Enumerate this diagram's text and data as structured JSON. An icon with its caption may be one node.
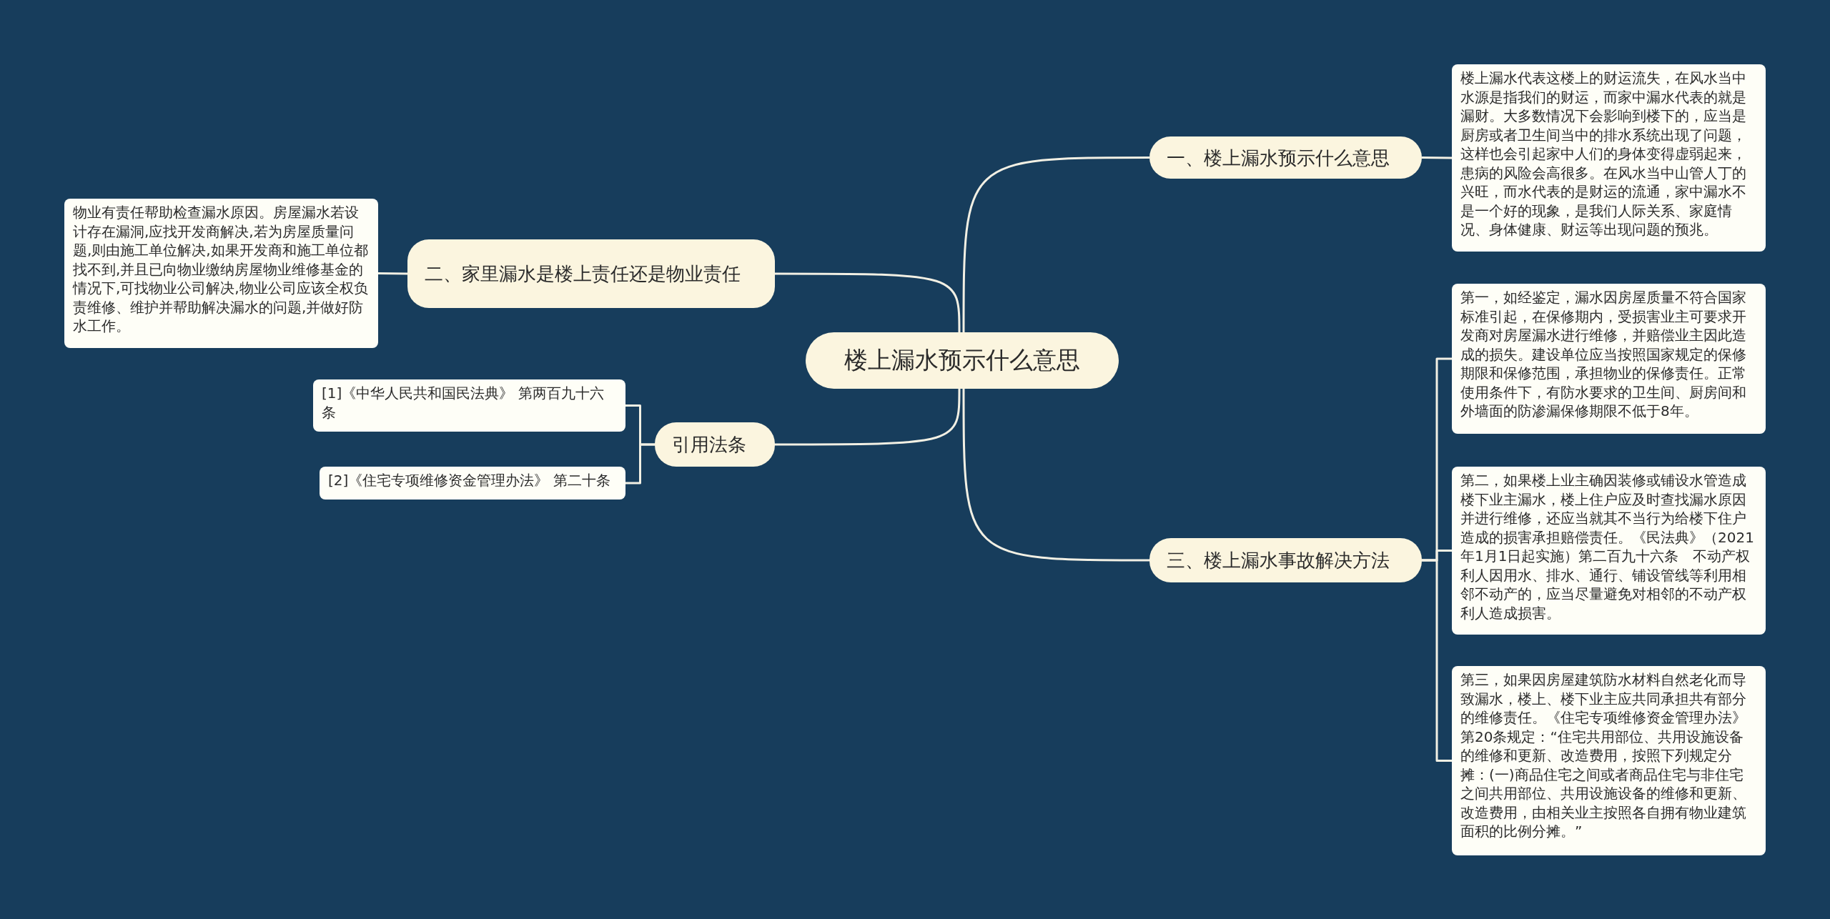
{
  "diagram": {
    "nodes": [
      {
        "text": [
          "楼上漏水预示什么意思"
        ]
      },
      {
        "text": [
          "一、楼上漏水预示什么意思"
        ]
      },
      {
        "text": [
          "楼上漏水代表这楼上的财运流失，在风水当中水源是指我们的财运，而家中漏水代表的就是漏财。大多数情况下会影响到楼下的，应当是厨房或者卫生间当中的排水系统出现了问题，这样也会引起家中人们的身体变得虚弱起来，患病的风险会高很多。在风水当中山管人丁的兴旺，而水代表的是财运的流通，家中漏水不是一个好的现象，是我们人际关系、家庭情况、身体健康、财运等出现问题的预兆。"
        ]
      },
      {
        "text": [
          "二、家里漏水是楼上责任还是物业责任"
        ]
      },
      {
        "text": [
          "物业有责任帮助检查漏水原因。房屋漏水若设计存在漏洞,应找开发商解决,若为房屋质量问题,则由施工单位解决,如果开发商和施工单位都找不到,并且已向物业缴纳房屋物业维修基金的情况下,可找物业公司解决,物业公司应该全权负责维修、维护并帮助解决漏水的问题,并做好防水工作。"
        ]
      },
      {
        "text": [
          "引用法条"
        ]
      },
      {
        "text": [
          "[1]《中华人民共和国民法典》 第两百九十六条"
        ]
      },
      {
        "text": [
          "[2]《住宅专项维修资金管理办法》 第二十条"
        ]
      },
      {
        "text": [
          "三、楼上漏水事故解决方法"
        ]
      },
      {
        "text": [
          "第一，如经鉴定，漏水因房屋质量不符合国家标准引起，在保修期内，受损害业主可要求开发商对房屋漏水进行维修，并赔偿业主因此造成的损失。建设单位应当按照国家规定的保修期限和保修范围，承担物业的保修责任。正常使用条件下，有防水要求的卫生间、厨房间和外墙面的防渗漏保修期限不低于8年。"
        ]
      },
      {
        "text": [
          "第二，如果楼上业主确因装修或铺设水管造成楼下业主漏水，楼上住户应及时查找漏水原因并进行维修，还应当就其不当行为给楼下住户造成的损害承担赔偿责任。《民法典》（2021年1月1日起实施）第二百九十六条　不动产权利人因用水、排水、通行、铺设管线等利用相邻不动产的，应当尽量避免对相邻的不动产权利人造成损害。"
        ]
      },
      {
        "text": [
          "第三，如果因房屋建筑防水材料自然老化而导致漏水，楼上、楼下业主应共同承担共有部分的维修责任。《住宅专项维修资金管理办法》第20条规定：“住宅共用部位、共用设施设备的维修和更新、改造费用，按照下列规定分摊：(一)商品住宅之间或者商品住宅与非住宅之间共用部位、共用设施设备的维修和更新、改造费用，由相关业主按照各自拥有物业建筑面积的比例分摊。”"
        ]
      }
    ],
    "edges": [
      {
        "from": 0,
        "to": 1,
        "arrow": "none"
      },
      {
        "from": 1,
        "to": 2,
        "arrow": "none"
      },
      {
        "from": 0,
        "to": 3,
        "arrow": "none"
      },
      {
        "from": 3,
        "to": 4,
        "arrow": "none"
      },
      {
        "from": 0,
        "to": 5,
        "arrow": "none"
      },
      {
        "from": 5,
        "to": 6,
        "arrow": "none"
      },
      {
        "from": 5,
        "to": 7,
        "arrow": "none"
      },
      {
        "from": 0,
        "to": 8,
        "arrow": "none"
      },
      {
        "from": 8,
        "to": 9,
        "arrow": "none"
      },
      {
        "from": 8,
        "to": 10,
        "arrow": "none"
      },
      {
        "from": 8,
        "to": 11,
        "arrow": "none"
      }
    ]
  }
}
